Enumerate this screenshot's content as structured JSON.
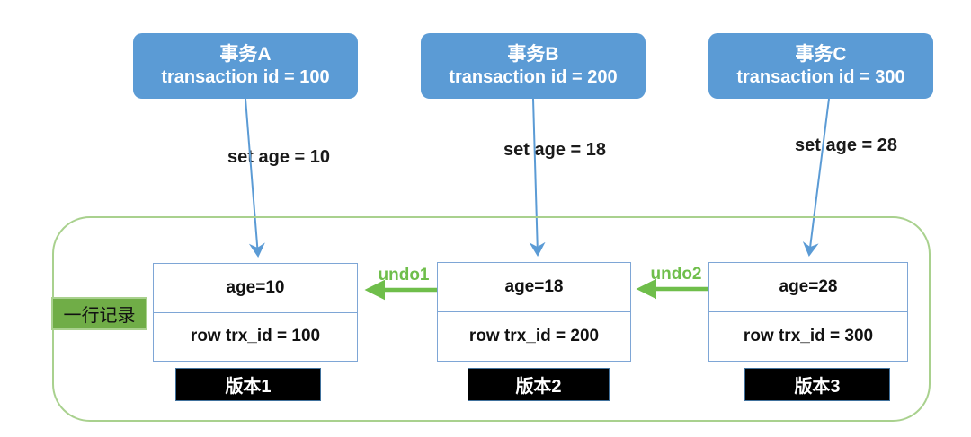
{
  "diagram": {
    "transactions": [
      {
        "title": "事务A",
        "subtitle": "transaction id = 100",
        "action": "set age = 10"
      },
      {
        "title": "事务B",
        "subtitle": "transaction id = 200",
        "action": "set age = 18"
      },
      {
        "title": "事务C",
        "subtitle": "transaction id = 300",
        "action": "set age = 28"
      }
    ],
    "row_group_label": "一行记录",
    "versions": [
      {
        "age": "age=10",
        "trx_id": "row trx_id = 100",
        "tag": "版本1"
      },
      {
        "age": "age=18",
        "trx_id": "row trx_id = 200",
        "tag": "版本2"
      },
      {
        "age": "age=28",
        "trx_id": "row trx_id = 300",
        "tag": "版本3"
      }
    ],
    "undo_labels": [
      "undo1",
      "undo2"
    ],
    "colors": {
      "transaction_box_blue": "#5B9BD5",
      "arrow_blue": "#5B9BD5",
      "undo_green": "#6FBE4B",
      "row_label_green": "#70AD47",
      "container_border_green": "#A9D18E",
      "version_box_border_blue": "#7EA6D6",
      "version_tag_bg": "#000000",
      "version_tag_text": "#FFFFFF"
    }
  }
}
